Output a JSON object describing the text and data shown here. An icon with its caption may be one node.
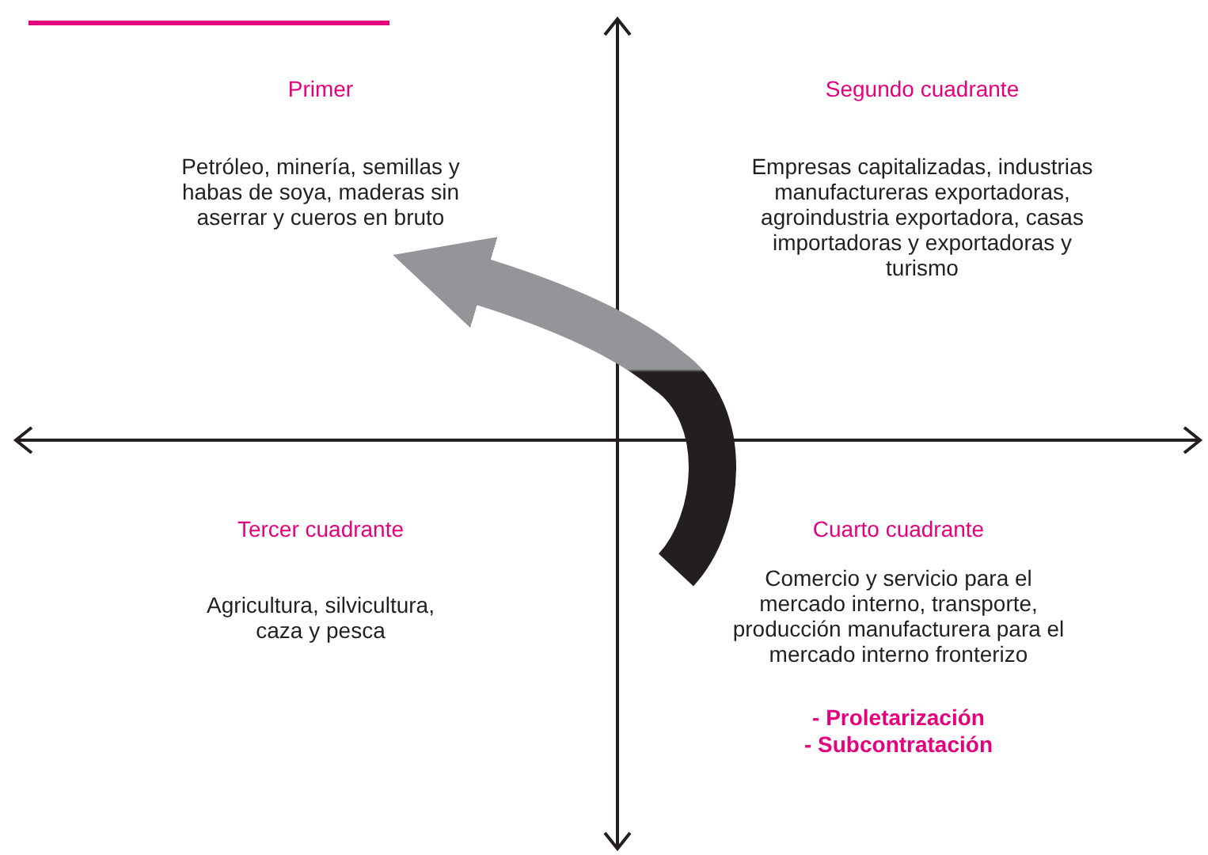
{
  "diagram": {
    "nodes": [
      {
        "text": [
          "Primer",
          "Petróleo, minería, semillas y habas de soya, maderas sin aserrar y cueros en bruto"
        ]
      },
      {
        "text": [
          "Segundo cuadrante",
          "Empresas capitalizadas, industrias manufactureras exportadoras, agroindustria exportadora, casas importadoras y exportadoras y turismo"
        ]
      },
      {
        "text": [
          "Tercer cuadrante",
          "Agricultura, silvicultura, caza y pesca"
        ]
      },
      {
        "text": [
          "Cuarto cuadrante",
          "Comercio y servicio para el mercado interno, transporte, producción manufacturera para el mercado interno fronterizo",
          "- Proletarización",
          "- Subcontratación"
        ]
      }
    ],
    "edges": [
      {
        "from": 3,
        "to": 0,
        "arrow": "to",
        "style": "thick"
      }
    ]
  }
}
